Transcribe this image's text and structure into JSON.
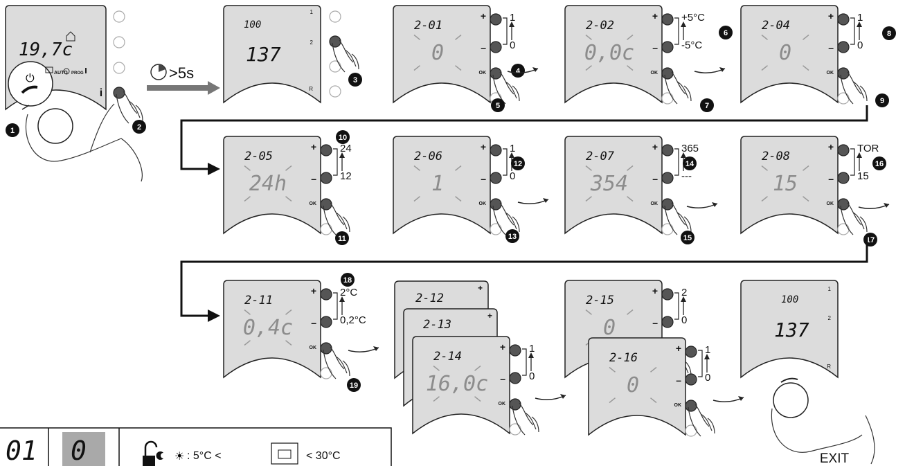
{
  "intro": {
    "display_temp": "19,7c",
    "mode_labels": {
      "auto": "AUTO",
      "prog": "PROG"
    },
    "info_label": "i",
    "hold_label": ">5s"
  },
  "header_screen": {
    "top": "100",
    "value": "137",
    "marks": [
      "1",
      "2",
      "R"
    ]
  },
  "steps": {
    "s1": "1",
    "s2": "2",
    "s3": "3",
    "s4": "4",
    "s5": "5",
    "s6": "6",
    "s7": "7",
    "s8": "8",
    "s9": "9",
    "s10": "10",
    "s11": "11",
    "s12": "12",
    "s13": "13",
    "s14": "14",
    "s15": "15",
    "s16": "16",
    "s17": "17",
    "s18": "18",
    "s19": "19"
  },
  "params": [
    {
      "code": "2-01",
      "value": "0",
      "max": "1",
      "min": "0"
    },
    {
      "code": "2-02",
      "value": "0,0c",
      "max": "+5°C",
      "min": "-5°C"
    },
    {
      "code": "2-04",
      "value": "0",
      "max": "1",
      "min": "0"
    },
    {
      "code": "2-05",
      "value": "24h",
      "max": "24",
      "min": "12"
    },
    {
      "code": "2-06",
      "value": "1",
      "max": "1",
      "min": "0"
    },
    {
      "code": "2-07",
      "value": "354",
      "max": "365",
      "min": "---"
    },
    {
      "code": "2-08",
      "value": "15",
      "max": "TOR",
      "min": "15"
    },
    {
      "code": "2-11",
      "value": "0,4c",
      "max": "2°C",
      "min": "0,2°C"
    },
    {
      "code": "2-12"
    },
    {
      "code": "2-13"
    },
    {
      "code": "2-14",
      "value": "16,0c",
      "max": "1",
      "min": "0"
    },
    {
      "code": "2-15",
      "value": "0",
      "max": "2",
      "min": "0"
    },
    {
      "code": "2-16",
      "value": "0",
      "max": "1",
      "min": "0"
    }
  ],
  "keys": {
    "plus": "+",
    "minus": "–",
    "ok": "OK"
  },
  "exit_label": "EXIT",
  "footer": {
    "cell1": "01",
    "cell2": "0",
    "range_text_1": ": 5°C <",
    "range_text_2": "< 30°C"
  }
}
